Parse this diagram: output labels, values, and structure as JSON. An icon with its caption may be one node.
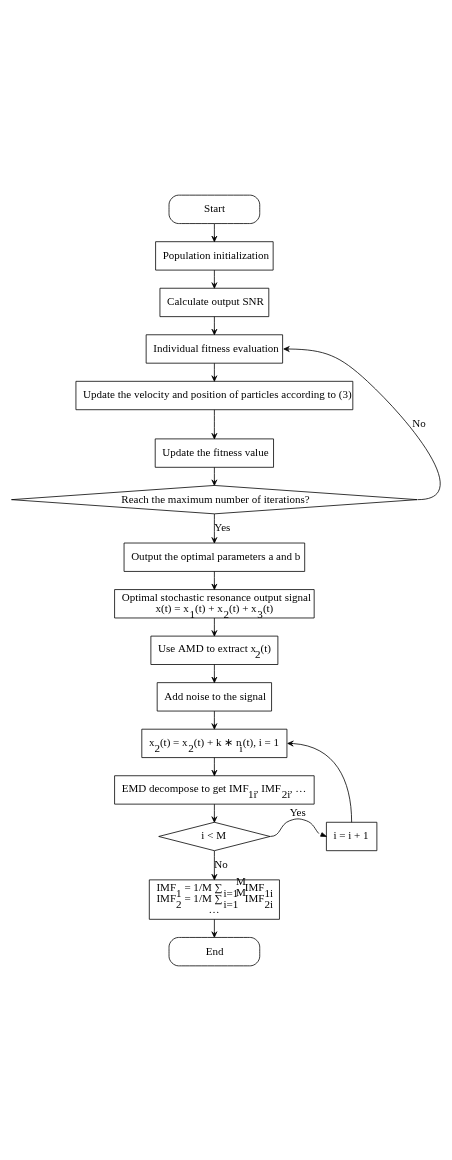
{
  "diagram": {
    "nodes": [
      {
        "text": [
          "Start"
        ]
      },
      {
        "text": [
          "Population initialization"
        ]
      },
      {
        "text": [
          "Calculate output SNR"
        ]
      },
      {
        "text": [
          "Individual fitness evaluation"
        ]
      },
      {
        "text": [
          "Update the velocity and position of particles according to (3)"
        ]
      },
      {
        "text": [
          "Update the fitness value"
        ]
      },
      {
        "text": [
          "Reach the maximum number of iterations?"
        ]
      },
      {
        "text": [
          "Output the optimal parameters a and b"
        ]
      },
      {
        "text": [
          "Optimal stochastic resonance output signal",
          "x(t) = x$_{1}$(t) + x$_{2}$(t) + x$_{3}$(t)"
        ]
      },
      {
        "text": [
          "Use AMD to extract x$_{2}$(t)"
        ]
      },
      {
        "text": [
          "Add noise to the signal"
        ]
      },
      {
        "text": [
          "x$_{2}$(t) = x$_{2}$(t) + k ∗ n$_{i}$(t), i = 1"
        ]
      },
      {
        "text": [
          "EMD decompose to get IMF$_{1i}$, IMF$_{2i}$, …"
        ]
      },
      {
        "text": [
          "i < M"
        ]
      },
      {
        "text": [
          "i = i + 1"
        ]
      },
      {
        "text": [
          "IMF$_{1}$ = 1/M ∑$_{i=1}$$^{M}$IMF$_{1i}$",
          "IMF$_{2}$ = 1/M ∑$_{i=1}$$^{M}$IMF$_{2i}$",
          "…"
        ]
      },
      {
        "text": [
          "End"
        ]
      }
    ],
    "edges": [
      {
        "from": 0,
        "to": 1,
        "arrow": "to"
      },
      {
        "from": 1,
        "to": 2,
        "arrow": "to"
      },
      {
        "from": 2,
        "to": 3,
        "arrow": "to"
      },
      {
        "from": 3,
        "to": 4,
        "arrow": "to"
      },
      {
        "from": 4,
        "to": 5,
        "arrow": "to"
      },
      {
        "from": 5,
        "to": 6,
        "arrow": "to"
      },
      {
        "from": 6,
        "to": 3,
        "arrow": "to",
        "label": "No"
      },
      {
        "from": 6,
        "to": 7,
        "arrow": "to",
        "label": "Yes"
      },
      {
        "from": 7,
        "to": 8,
        "arrow": "to"
      },
      {
        "from": 8,
        "to": 9,
        "arrow": "to"
      },
      {
        "from": 9,
        "to": 10,
        "arrow": "to"
      },
      {
        "from": 10,
        "to": 11,
        "arrow": "to"
      },
      {
        "from": 11,
        "to": 12,
        "arrow": "to"
      },
      {
        "from": 12,
        "to": 13,
        "arrow": "to"
      },
      {
        "from": 13,
        "to": 14,
        "arrow": "to",
        "label": "Yes"
      },
      {
        "from": 14,
        "to": 11,
        "arrow": "to"
      },
      {
        "from": 13,
        "to": 15,
        "arrow": "to",
        "label": "No"
      },
      {
        "from": 15,
        "to": 16,
        "arrow": "to"
      }
    ]
  }
}
